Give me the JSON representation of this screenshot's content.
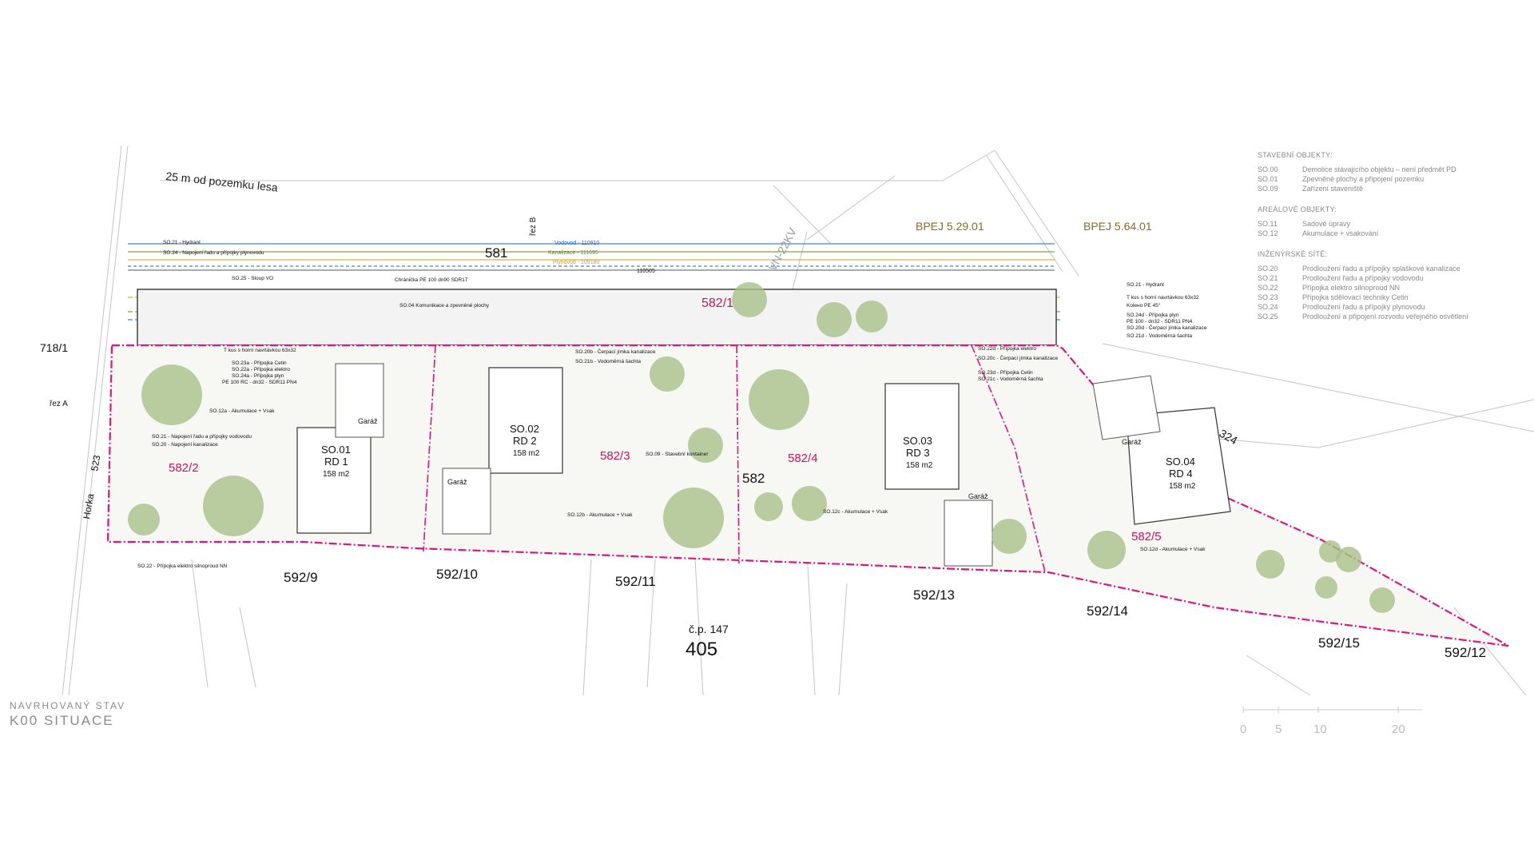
{
  "colors": {
    "parcel_boundary": "#e0147a",
    "water": "#1a63c9",
    "sewer": "#6a8a1a",
    "gas": "#c9a21a",
    "tree": "#a9c08a",
    "existing_lines": "#b9b9b9",
    "cyan_labels": "#18a8b8",
    "text": "#111111"
  },
  "top_labels": {
    "forest_buffer": "25 m od pozemku lesa",
    "parcel_581": "581",
    "bpej_1": "BPEJ 5.29.01",
    "bpej_2": "BPEJ 5.64.01",
    "vn_line": "VN-22KV",
    "section_b": "řez B",
    "section_a": "řez A",
    "parcel_718": "718/1",
    "road_horka": "Horka",
    "parcel_523": "523",
    "parcel_324": "324"
  },
  "network_labels": {
    "water": "Vodovod - 110910",
    "sewer": "Kanalizace - 111695",
    "gas": "Plynovod - 109180",
    "dim_110505": "110505"
  },
  "parcels": [
    {
      "id": "582/1"
    },
    {
      "id": "582/2"
    },
    {
      "id": "582/3"
    },
    {
      "id": "582/4"
    },
    {
      "id": "582/5"
    },
    {
      "id": "582"
    },
    {
      "id": "592/9"
    },
    {
      "id": "592/10"
    },
    {
      "id": "592/11"
    },
    {
      "id": "592/13"
    },
    {
      "id": "592/14"
    },
    {
      "id": "592/15"
    },
    {
      "id": "592/12"
    }
  ],
  "houses": [
    {
      "so": "SO.01",
      "name": "RD 1",
      "area": "158 m2"
    },
    {
      "so": "SO.02",
      "name": "RD 2",
      "area": "158 m2"
    },
    {
      "so": "SO.03",
      "name": "RD 3",
      "area": "158 m2"
    },
    {
      "so": "SO.04",
      "name": "RD 4",
      "area": "158 m2"
    }
  ],
  "garage_label": "Garáž",
  "existing_building": {
    "cp": "č.p. 147",
    "number": "405"
  },
  "annotations": [
    "SO.21 - Hydrant",
    "SO.24 - Napojení řadu a přípojky plynovodu",
    "SO.25 - Sloup VO",
    "Chránička PE 100 dn90 SDR17",
    "SO.04 Komunikace a zpevněné plochy",
    "T kus s horní navrtávkou 63x32",
    "SO.23a - Přípojka Cetin",
    "SO.22a - Přípojka elektro",
    "SO.24a - Přípojka plyn",
    "PE 100 RC - dn32 - SDR11 PN4",
    "SO.12a - Akumulace + Vsak",
    "SO.21 - Napojení řadu a přípojky vodovodu",
    "SO.20 - Napojení kanalizace",
    "SO.22 - Přípojka elektro silnoproud NN",
    "SO.09 - Stavební kontainer",
    "SO.20b - Čerpací jímka kanalizace",
    "SO.21b - Vodoměrná šachta",
    "SO.12b - Akumulace + Vsak",
    "SO.12c - Akumulace + Vsak",
    "SO.12d - Akumulace + Vsak",
    "SO.22d - Přípojka elektro",
    "SO.20c - Čerpací jímka kanalizace",
    "SO.23d - Přípojka Cetin",
    "SO.21c - Vodoměrná šachta",
    "SO.21 - Hydrant",
    "T kus s horní navrtávkou 63x32",
    "Kolено PE 45°",
    "SO.24d - Přípojka plyn",
    "PE 100 - dn32 - SDR11 PN4",
    "SO.20d - Čerpací jímka kanalizace",
    "SO.21d - Vodoměrná šachta"
  ],
  "legend": {
    "heading_building": "STAVEBNÍ OBJEKTY:",
    "building": [
      {
        "code": "SO.00",
        "text": "Demolice stávajícího objektu – není předmět PD"
      },
      {
        "code": "SO.01",
        "text": "Zpevněné plochy a připojení pozemku"
      },
      {
        "code": "SO.09",
        "text": "Zařízení staveniště"
      }
    ],
    "heading_site": "AREÁLOVÉ OBJEKTY:",
    "site": [
      {
        "code": "SO.11",
        "text": "Sadové úpravy"
      },
      {
        "code": "SO.12",
        "text": "Akumulace + vsakování"
      }
    ],
    "heading_eng": "INŽENÝRSKÉ SÍTĚ:",
    "eng": [
      {
        "code": "SO.20",
        "text": "Prodloužení řadu a přípojky splaškové kanalizace"
      },
      {
        "code": "SO.21",
        "text": "Prodloužení řadu a přípojky vodovodu"
      },
      {
        "code": "SO.22",
        "text": "Přípojka elektro silnoproud NN"
      },
      {
        "code": "SO.23",
        "text": "Přípojka sdělovací techniky Cetin"
      },
      {
        "code": "SO.24",
        "text": "Prodloužení řadu a přípojky plynovodu"
      },
      {
        "code": "SO.25",
        "text": "Prodloužení a připojení rozvodu veřejného osvětlení"
      }
    ]
  },
  "caption": {
    "line1": "NAVRHOVANÝ STAV",
    "line2": "K00 SITUACE"
  },
  "scale": [
    "0",
    "5",
    "10",
    "20"
  ]
}
